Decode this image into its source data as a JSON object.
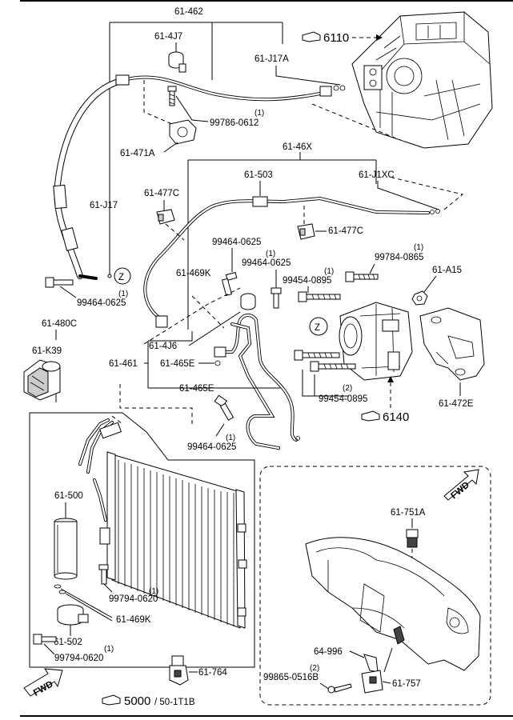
{
  "labels": {
    "p61_462": "61-462",
    "p61_4J7": "61-4J7",
    "p61_J17A": "61-J17A",
    "p6110": "6110",
    "p99786": "99786-0612",
    "p99786_q": "(1)",
    "p61_471A": "61-471A",
    "p61_J17": "61-J17",
    "p61_46X": "61-46X",
    "p61_503": "61-503",
    "p61_J1XC": "61-J1XC",
    "p61_477C_a": "61-477C",
    "p61_477C_b": "61-477C",
    "p99464_a": "99464-0625",
    "p99464_b": "99464-0625",
    "p99464_b_q": "(1)",
    "p61_469K_a": "61-469K",
    "p99784": "99784-0865",
    "p99784_q": "(1)",
    "p99454_a": "99454-0895",
    "p99454_a_q": "(1)",
    "p61_A15": "61-A15",
    "z1": "Z",
    "z2": "Z",
    "p99464_c": "99464-0625",
    "p99464_c_q": "(1)",
    "p61_480C": "61-480C",
    "p61_K39": "61-K39",
    "p61_4J6": "61-4J6",
    "p61_461": "61-461",
    "p61_465E_a": "61-465E",
    "p61_465E_b": "61-465E",
    "p99454_b": "99454-0895",
    "p99454_b_q": "(2)",
    "p61_472E": "61-472E",
    "p6140": "6140",
    "p99464_d": "99464-0625",
    "p99464_d_q": "(1)",
    "p61_500": "61-500",
    "p61_751A": "61-751A",
    "p99794_a": "99794-0620",
    "p99794_a_q": "(1)",
    "p61_469K_b": "61-469K",
    "p61_502": "61-502",
    "p99794_b": "99794-0620",
    "p99794_b_q": "(1)",
    "p64_996": "64-996",
    "p99865": "99865-0516B",
    "p99865_q": "(2)",
    "p61_757": "61-757",
    "p61_764": "61-764",
    "p5000": "5000",
    "p50_1T1B": "/ 50-1T1B",
    "fwd1": "FWD",
    "fwd2": "FWD"
  },
  "icons": {
    "refer": "pointing-hand-icon",
    "fwd": "forward-arrow-icon"
  },
  "colors": {
    "ink": "#000000",
    "paper": "#ffffff",
    "shade": "#cccccc"
  }
}
